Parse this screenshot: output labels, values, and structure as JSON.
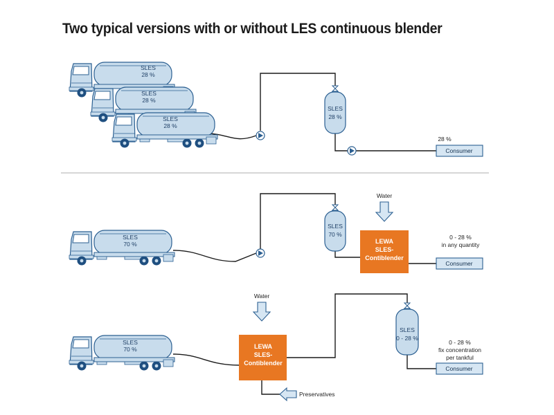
{
  "title": "Two typical versions with or without LES continuous blender",
  "colors": {
    "truck_fill": "#c8dcec",
    "truck_stroke": "#2b5f91",
    "pipe": "#1a1a1a",
    "blender": "#e87722",
    "divider": "#c8c8c8",
    "arrow_fill": "#d6e6f3"
  },
  "top": {
    "trucks": [
      {
        "product": "SLES",
        "conc": "28 %"
      },
      {
        "product": "SLES",
        "conc": "28 %"
      },
      {
        "product": "SLES",
        "conc": "28 %"
      }
    ],
    "tank": {
      "product": "SLES",
      "conc": "28 %"
    },
    "output_note": "28 %",
    "consumer": "Consumer"
  },
  "middle": {
    "truck": {
      "product": "SLES",
      "conc": "70 %"
    },
    "tank": {
      "product": "SLES",
      "conc": "70 %"
    },
    "water": "Water",
    "blender": {
      "line1": "LEWA",
      "line2": "SLES-",
      "line3": "Contiblender"
    },
    "output_note": {
      "line1": "0 - 28 %",
      "line2": "in any quantity"
    },
    "consumer": "Consumer"
  },
  "bottom": {
    "truck": {
      "product": "SLES",
      "conc": "70 %"
    },
    "water": "Water",
    "blender": {
      "line1": "LEWA",
      "line2": "SLES-",
      "line3": "Contiblender"
    },
    "preservatives": "Preservatives",
    "tank": {
      "product": "SLES",
      "conc": "0 - 28 %"
    },
    "output_note": {
      "line1": "0 - 28 %",
      "line2": "fix concentration",
      "line3": "per tankful"
    },
    "consumer": "Consumer"
  }
}
